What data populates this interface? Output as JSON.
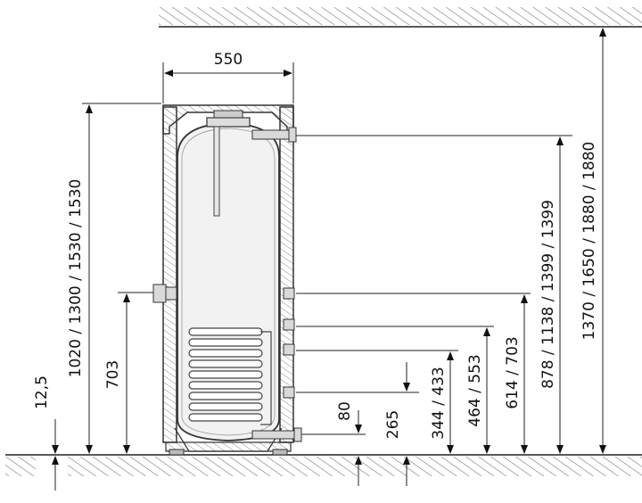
{
  "diagram": {
    "labels": {
      "width_top": "550",
      "total_height": "1370 / 1650 / 1880 / 1880",
      "tank_height": "1020 / 1300 / 1530 / 1530",
      "side_connection": "703",
      "foot_height": "12,5",
      "c1": "878 / 1138 / 1399 / 1399",
      "c2": "614 / 703",
      "c3": "464 / 553",
      "c4": "344 / 433",
      "c5": "265",
      "c6": "80"
    },
    "colors": {
      "line": "#222222",
      "hatch": "#666666",
      "tank_fill": "#f2f2f2"
    }
  }
}
